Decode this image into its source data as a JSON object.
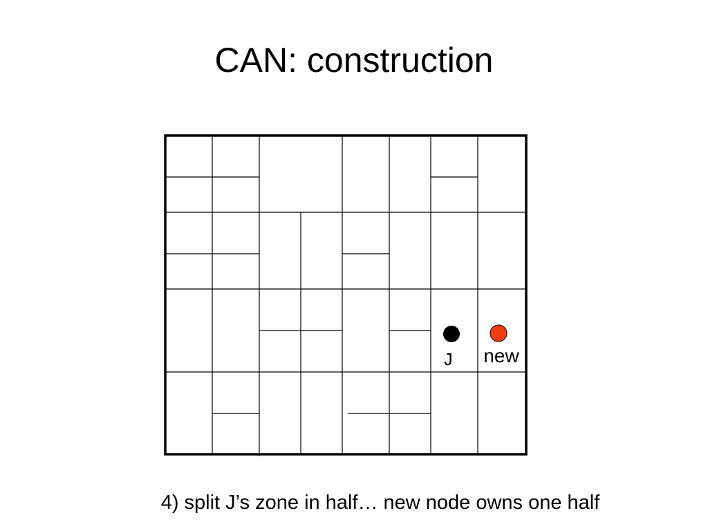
{
  "slide": {
    "title": "CAN: construction",
    "caption": "4) split J’s zone in half… new node owns one half"
  },
  "nodes": [
    {
      "label": "J",
      "color": "#000000",
      "label_font": "monospace"
    },
    {
      "label": "new",
      "color": "#f03c14",
      "label_font": "sans-serif"
    }
  ],
  "colors": {
    "grid_line": "#000000",
    "background": "#ffffff",
    "new_node": "#f03c14",
    "existing_node": "#000000"
  }
}
